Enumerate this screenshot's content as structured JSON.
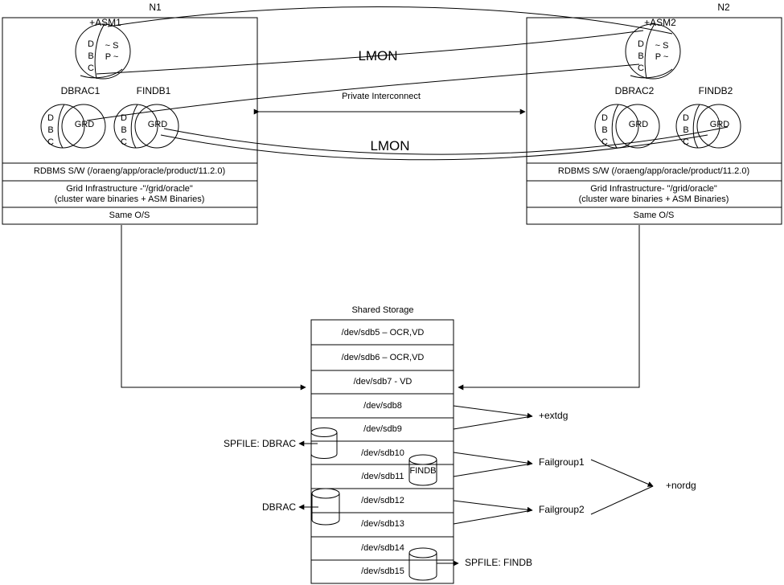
{
  "diagram": {
    "title": "Oracle RAC Two-Node Cluster with Shared ASM Storage",
    "nodes": [
      {
        "id": "n1",
        "label": "N1",
        "asm": {
          "title": "+ASM1",
          "left_letters": [
            "D",
            "B",
            "C"
          ],
          "right_top": "~ S",
          "right_bottom": "P ~"
        },
        "instances": [
          {
            "title": "DBRAC1",
            "letters": [
              "D",
              "B",
              "C"
            ],
            "overlay": "GRD"
          },
          {
            "title": "FINDB1",
            "letters": [
              "D",
              "B",
              "C"
            ],
            "overlay": "GRD"
          }
        ],
        "stack": [
          {
            "lines": [
              "RDBMS S/W (/oraeng/app/oracle/product/11.2.0)"
            ]
          },
          {
            "lines": [
              "Grid Infrastructure -\"/grid/oracle\"",
              "(cluster ware binaries + ASM Binaries)"
            ]
          },
          {
            "lines": [
              "Same O/S"
            ]
          }
        ]
      },
      {
        "id": "n2",
        "label": "N2",
        "asm": {
          "title": "+ASM2",
          "left_letters": [
            "D",
            "B",
            "C"
          ],
          "right_top": "~ S",
          "right_bottom": "P ~"
        },
        "instances": [
          {
            "title": "DBRAC2",
            "letters": [
              "D",
              "B",
              "C"
            ],
            "overlay": "GRD"
          },
          {
            "title": "FINDB2",
            "letters": [
              "D",
              "B",
              "C"
            ],
            "overlay": "GRD"
          }
        ],
        "stack": [
          {
            "lines": [
              "RDBMS S/W (/oraeng/app/oracle/product/11.2.0)"
            ]
          },
          {
            "lines": [
              "Grid Infrastructure- \"/grid/oracle\"",
              "(cluster ware binaries + ASM Binaries)"
            ]
          },
          {
            "lines": [
              "Same O/S"
            ]
          }
        ]
      }
    ],
    "interconnect": {
      "lmon_top": "LMON",
      "lmon_bottom": "LMON",
      "label": "Private Interconnect"
    },
    "storage": {
      "title": "Shared Storage",
      "disks": [
        {
          "name": "/dev/sdb5 – OCR,VD"
        },
        {
          "name": "/dev/sdb6 – OCR,VD"
        },
        {
          "name": "/dev/sdb7 - VD"
        },
        {
          "name": "/dev/sdb8"
        },
        {
          "name": "/dev/sdb9"
        },
        {
          "name": "/dev/sdb10"
        },
        {
          "name": "/dev/sdb11"
        },
        {
          "name": "/dev/sdb12"
        },
        {
          "name": "/dev/sdb13"
        },
        {
          "name": "/dev/sdb14"
        },
        {
          "name": "/dev/sdb15"
        }
      ],
      "inline_cylinder_label": "FINDB"
    },
    "annotations": {
      "left": [
        {
          "text": "SPFILE: DBRAC"
        },
        {
          "text": "DBRAC"
        }
      ],
      "right": [
        {
          "text": "+extdg"
        },
        {
          "text": "Failgroup1"
        },
        {
          "text": "Failgroup2"
        },
        {
          "text": "+nordg"
        },
        {
          "text": "SPFILE: FINDB"
        }
      ]
    },
    "colors": {
      "stroke": "#000000",
      "text": "#000000",
      "background": "#ffffff"
    }
  }
}
